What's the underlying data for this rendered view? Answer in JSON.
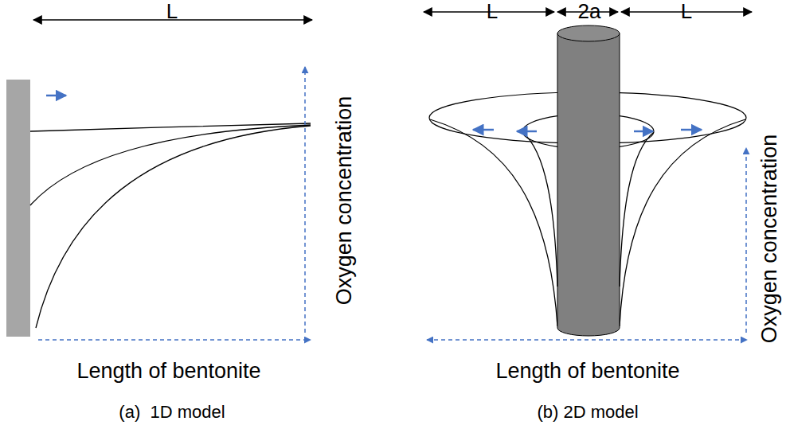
{
  "diagram": {
    "labels": [
      "L",
      "Oxygen concentration",
      "Length of bentonite",
      "(a)  1D model",
      "L",
      "2a",
      "L",
      "Oxygen concentration",
      "Length of bentonite",
      "(b) 2D model"
    ]
  }
}
